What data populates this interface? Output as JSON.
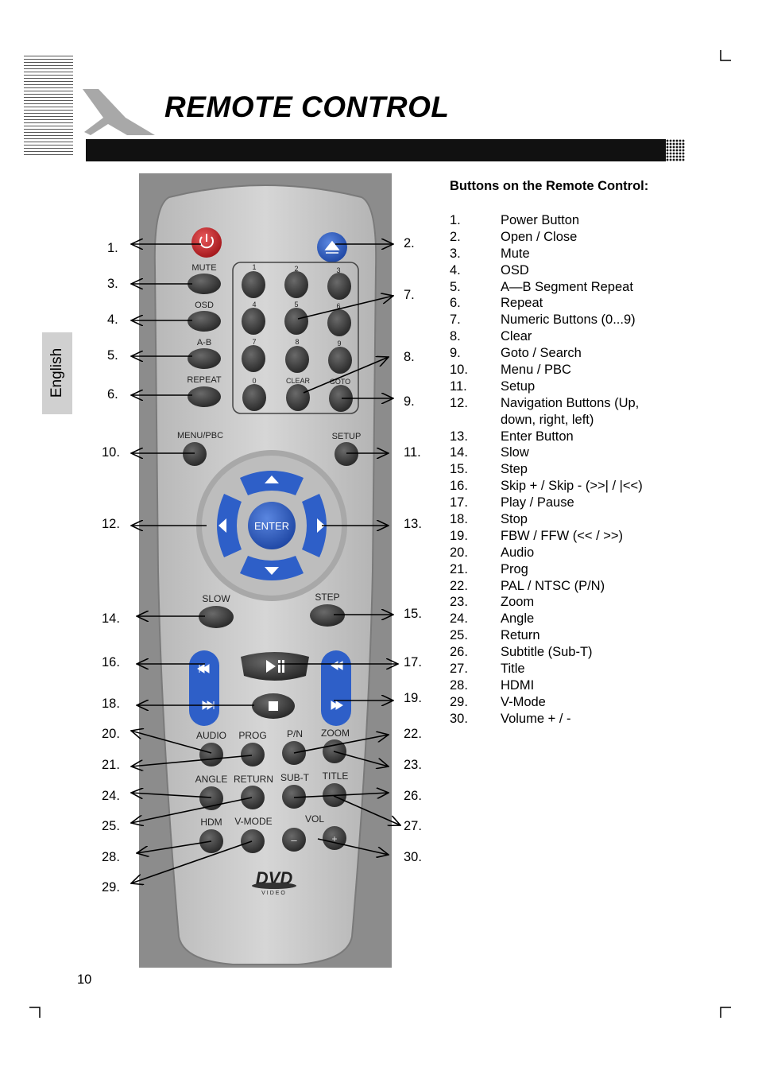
{
  "page": {
    "title": "REMOTE CONTROL",
    "language_tab": "English",
    "page_number": "10",
    "heading": "Buttons on the Remote Control:"
  },
  "buttons": [
    {
      "num": "1.",
      "label": "Power Button"
    },
    {
      "num": "2.",
      "label": "Open / Close"
    },
    {
      "num": "3.",
      "label": "Mute"
    },
    {
      "num": "4.",
      "label": "OSD"
    },
    {
      "num": "5.",
      "label": "A—B Segment Repeat"
    },
    {
      "num": "6.",
      "label": "Repeat"
    },
    {
      "num": "7.",
      "label": "Numeric Buttons (0...9)"
    },
    {
      "num": "8.",
      "label": "Clear"
    },
    {
      "num": "9.",
      "label": "Goto / Search"
    },
    {
      "num": "10.",
      "label": "Menu / PBC"
    },
    {
      "num": "11.",
      "label": "Setup"
    },
    {
      "num": "12.",
      "label": "Navigation Buttons (Up,"
    },
    {
      "num": "",
      "label": "down, right, left)"
    },
    {
      "num": "13.",
      "label": "Enter Button"
    },
    {
      "num": "14.",
      "label": "Slow"
    },
    {
      "num": "15.",
      "label": "Step"
    },
    {
      "num": "16.",
      "label": "Skip + / Skip - (>>| / |<<)"
    },
    {
      "num": "17.",
      "label": "Play / Pause"
    },
    {
      "num": "18.",
      "label": "Stop"
    },
    {
      "num": "19.",
      "label": "FBW / FFW (<< /  >>)"
    },
    {
      "num": "20.",
      "label": "Audio"
    },
    {
      "num": "21.",
      "label": "Prog"
    },
    {
      "num": "22.",
      "label": "PAL / NTSC (P/N)"
    },
    {
      "num": "23.",
      "label": "Zoom"
    },
    {
      "num": "24.",
      "label": "Angle"
    },
    {
      "num": "25.",
      "label": "Return"
    },
    {
      "num": "26.",
      "label": "Subtitle (Sub-T)"
    },
    {
      "num": "27.",
      "label": "Title"
    },
    {
      "num": "28.",
      "label": "HDMI"
    },
    {
      "num": "29.",
      "label": "V-Mode"
    },
    {
      "num": "30.",
      "label": "Volume + / -"
    }
  ],
  "callouts": {
    "left": [
      "1.",
      "3.",
      "4.",
      "5.",
      "6.",
      "10.",
      "12.",
      "14.",
      "16.",
      "18.",
      "20.",
      "21.",
      "24.",
      "25.",
      "28.",
      "29."
    ],
    "right": [
      "2.",
      "7.",
      "8.",
      "9.",
      "11.",
      "13.",
      "15.",
      "17.",
      "19.",
      "22.",
      "23.",
      "26.",
      "27.",
      "30."
    ]
  },
  "remote_labels": {
    "mute": "MUTE",
    "osd": "OSD",
    "ab": "A-B",
    "repeat": "REPEAT",
    "menu": "MENU/PBC",
    "setup": "SETUP",
    "clear": "CLEAR",
    "goto": "GOTO",
    "enter": "ENTER",
    "slow": "SLOW",
    "step": "STEP",
    "audio": "AUDIO",
    "prog": "PROG",
    "pn": "P/N",
    "zoom": "ZOOM",
    "angle": "ANGLE",
    "return": "RETURN",
    "subt": "SUB-T",
    "title": "TITLE",
    "hdm": "HDM",
    "vmode": "V-MODE",
    "vol": "VOL",
    "dvd": "DVD",
    "video": "VIDEO",
    "digits": [
      "1",
      "2",
      "3",
      "4",
      "5",
      "6",
      "7",
      "8",
      "9",
      "0"
    ]
  },
  "colors": {
    "power_button": "#c8262a",
    "eject_button": "#2a5bc0",
    "nav_blue": "#2e5fc8",
    "remote_body": "#c9c9c9",
    "button_dark": "#3a3a3a"
  }
}
